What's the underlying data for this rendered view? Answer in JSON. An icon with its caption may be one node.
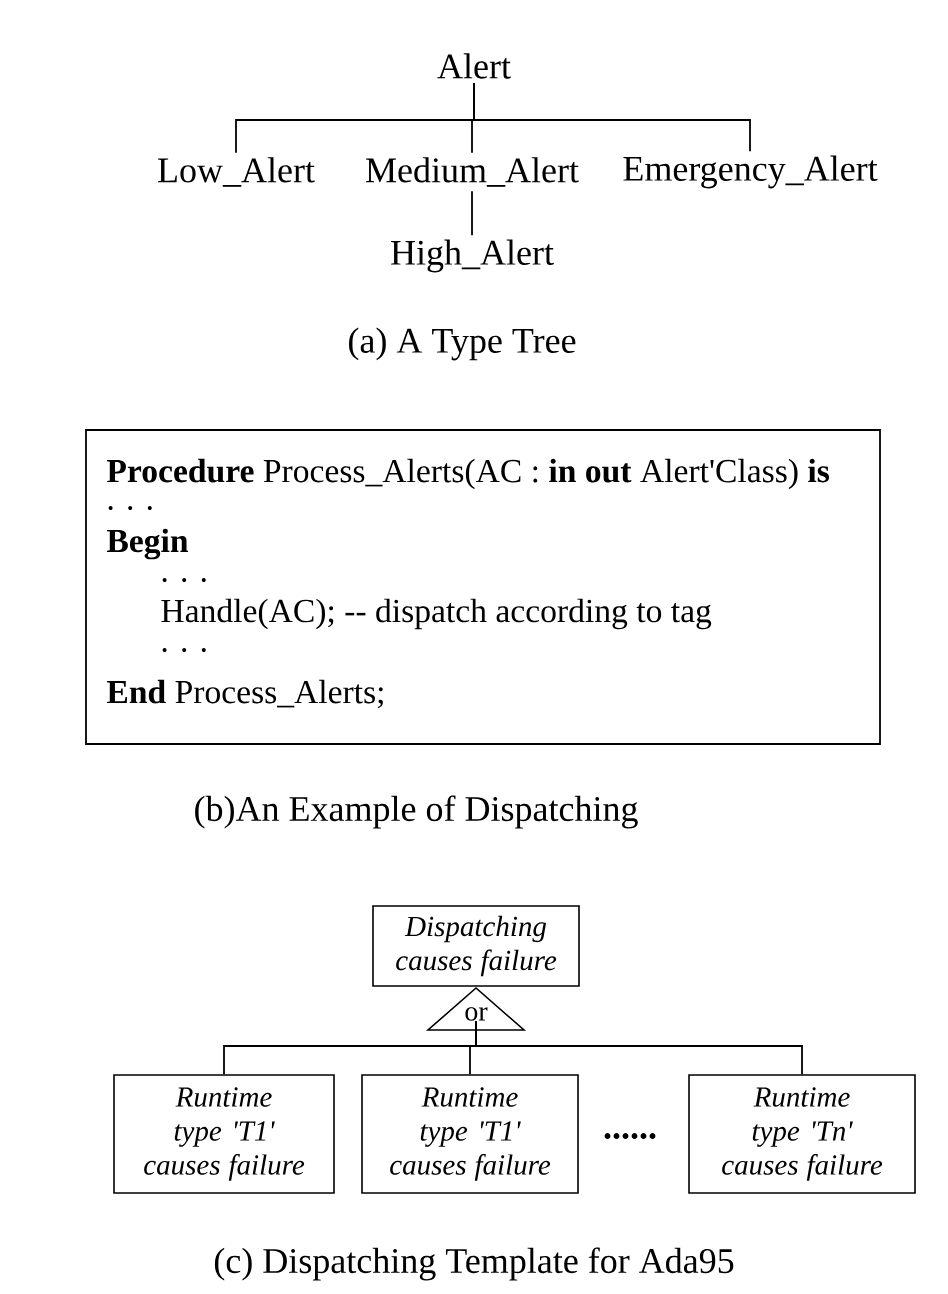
{
  "diagram": {
    "nodes": [
      {
        "text": [
          "Alert"
        ]
      },
      {
        "text": [
          "Low_Alert"
        ]
      },
      {
        "text": [
          "Medium_Alert"
        ]
      },
      {
        "text": [
          "Emergency_Alert"
        ]
      },
      {
        "text": [
          "High_Alert"
        ]
      },
      {
        "text": [
          "**Procedure** Process_Alerts(AC : **in out** Alert'Class) **is**",
          ". . .",
          "**Begin**",
          ". . .",
          "Handle(AC);    -- dispatch according to tag",
          ". . .",
          "**End** Process_Alerts;"
        ]
      },
      {
        "text": [
          "Dispatching causes failure"
        ]
      },
      {
        "text": [
          "or"
        ]
      },
      {
        "text": [
          "Runtime type 'T1' causes failure"
        ]
      },
      {
        "text": [
          "Runtime type 'T1' causes failure"
        ]
      },
      {
        "text": [
          "Runtime type 'Tn' causes failure"
        ]
      }
    ],
    "edges": [
      {
        "from": 0,
        "to": 1,
        "arrow": "none"
      },
      {
        "from": 0,
        "to": 2,
        "arrow": "none"
      },
      {
        "from": 0,
        "to": 3,
        "arrow": "none"
      },
      {
        "from": 2,
        "to": 4,
        "arrow": "none"
      },
      {
        "from": 7,
        "to": 8,
        "arrow": "none"
      },
      {
        "from": 7,
        "to": 9,
        "arrow": "none"
      },
      {
        "from": 7,
        "to": 10,
        "arrow": "none"
      }
    ],
    "labels": [
      "(a) A Type Tree",
      "(b)An Example of Dispatching",
      "......",
      "(c) Dispatching Template for Ada95"
    ]
  }
}
